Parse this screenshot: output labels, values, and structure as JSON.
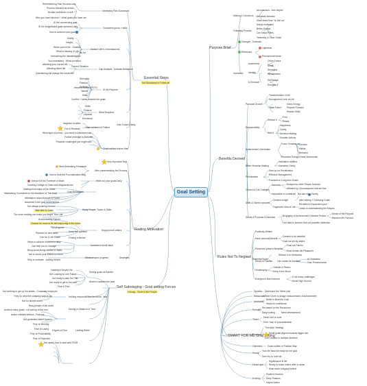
{
  "center": {
    "title": "Goal Setting"
  },
  "essential_steps": {
    "label": "Essential Steps",
    "note": "Not Necessary to Follow all",
    "leaves": [
      "Remembering Past Success only",
      "Process followed as before",
      "Boosts confidence in self",
      "Who you have become + What goals you have set",
      "ID the overarching goal",
      "ID the insignificant goals achieved daily",
      "How to achieve main goal",
      "Identifying Past Successes",
      "Consistent gooal + skills",
      "Clarity",
      "Insight",
      "Which part of life - Grateful",
      "What is missing in Life",
      "Ills for",
      "Unleashing the dissatisfaction",
      "You understand - What you want",
      "Current Life's Circumstances",
      "Affecting your current life",
      "Affecting future life",
      "Questioning will change the future Life",
      "Current Situation",
      "Gap Analysis - Activate Motivation",
      "Strengths",
      "Passion",
      "Abilities",
      "Talents",
      "Skills",
      "Confirm + takes towards the goals",
      "Helps to reveal SPETS",
      "ID life Purpose",
      "Skills",
      "Finance",
      "physical",
      "Emotional",
      "What Required",
      "Negative troubles",
      "Full of Rewards",
      "Tries out times of Failure",
      "What type of person - you need to transform into",
      "Further leverage to Motivate",
      "Possible challenges you might face",
      "Chart out the bottom flow",
      "Gain Future Clarity"
    ]
  },
  "finding_motivation": {
    "label": "Finding Motivation",
    "leaves": [
      "Very Important Step",
      "Need Motivating Procedure",
      "How to beat the Procrastination Bug",
      "After understanding the Process",
      "Keeps it in the Forefront of Brain",
      "Write out your goals Daily",
      "Creating Collage of Goals with Magazines etc",
      "Making mind maps of the Goals",
      "Maintaining Countdown to the deadlines of The Goal",
      "Goal Reminders",
      "Affirmation helps Motivate & Focus",
      "Absorbed in the goal achievement",
      "Not always pushing forward",
      "Take time to Learn",
      "Too much reading can make you forget 'Your Life'",
      "Study People, Topics & Skills",
      "Accountability Partner",
      "Chance for more to be self-improving in the future",
      "The progress",
      "Keep him updated",
      "Planned for next week",
      "Can be a Life Coach",
      "Finding a Mentor",
      "Helps to achieve movement daily",
      "Support from others",
      "Can help you to manage",
      "Bring some timing routine to Tasks",
      "Not to check your EMAIL so much",
      "Consistent small steps",
      "Stop to motivate - looking behind",
      "Measure your progress",
      "Strategies"
    ]
  },
  "self_sabotaging": {
    "label": "Self Sabotaging - Goal setting Forces",
    "note": "Occupy - Good to the People",
    "leaves": [
      "Leading a Simple Life",
      "Not Looking for one Future",
      "Not ready to take the Pain",
      "Not ready to get to the path",
      "Fear & Pain",
      "Seeing goals as Burden",
      "Afraid to awaken the past",
      "Not working to get up the ladder - Corporate employee",
      "They do what the company says to do",
      "Not for all this works",
      "Holding responsibilities for future - fear",
      "Busy people of the world",
      "Achieve many goals - not add up at the end",
      "Action oriented without - Purpose",
      "Not generated belief System",
      "Having no Balance in Time",
      "Fear of Winning",
      "Fear of Losing",
      "Fear of Predictability",
      "Fear of Rejection",
      "Limiting Belief",
      "# types of Fear",
      "Not aware how to deal with FEAR"
    ]
  },
  "purpose_brief": {
    "label": "Purpose Brief",
    "leaves": [
      "Unconscious - less helpful",
      "Get more direction",
      "Much more than 'Yo the Lot'",
      "Making it Conscious",
      "Keeps motivated",
      "Better Output",
      "Can follow Rules",
      "Yesterday & Clear Goals",
      "Following Process",
      "Changes - Dramatic",
      "Lightness",
      "Phenomenal Ideas",
      "Refreshes",
      "Awareness",
      "Of the Future",
      "Small",
      "Strengths",
      "Weaknesses",
      "Identify",
      "Self Image",
      "Energies ll",
      "& Enhance",
      "Increases"
    ]
  },
  "benefits_derived": {
    "label": "Benefits Derived",
    "leaves": [
      "Transformation in life",
      "Unsupported Look at Life",
      "Personal Growth",
      "Gives Energy",
      "Prepare Forward",
      "Realize Skills",
      "Clear Future",
      "Free",
      "Ready",
      "Happiness",
      "Clarity",
      "Decision Making",
      "Smarter Actions",
      "Without it",
      "With it",
      "Responsibility",
      "Choices",
      "Habits",
      "Behavior",
      "Create Momentum",
      "Focus Creation on",
      "Renewed Energy",
      "Achievement Orientation",
      "Habitation nullified",
      "Increases Clarity",
      "Better Decision Making",
      "Sets up for Prioritization",
      "Effective Management",
      "Focused on Long term Goals",
      "Prioritization",
      "Naturally",
      "Swayed by other People Decision",
      "Affected by Circumstances that are fine",
      "Impossible to control all",
      "But can bring Surety",
      "Control of Life Changes",
      "Creates Insight",
      "After setting + Following Goals",
      "Revisited & Expanded upon",
      "Leads to understanding the Mayors",
      "Organized Idea of Life",
      "Skills & Talent Improved",
      "Biography of Achievement Oriented Person",
      "Sense of the Pinpoint",
      "Random life Purpose",
      "Can lead to achieve that not possible otherwise",
      "Sense of Purpose & Direction"
    ]
  },
  "rules_neglect": {
    "label": "Rules Not To Neglect",
    "leaves": [
      "Positively Written",
      "Have personal Benefit",
      "Created to be satisfied",
      "Goal not set by others",
      "Preserves present Benefits",
      "Goal not Painful",
      "Must remain file Pleasures",
      "Essential Rules",
      "Without it no Motivation",
      "Desire & Passion",
      "Can create its direction",
      "At Obstacles",
      "Gain Perseverance",
      "Challenging",
      "Outside of Reach",
      "Keep a firm Bond",
      "Everyone's Best Interest",
      "If not many challenges",
      "Moral High Ground"
    ]
  },
  "smart": {
    "label": "SMART FOR ME Goal setting",
    "leaves": [
      "Specific",
      "Determine the 'What' part",
      "Measurable",
      "Time Given to design measurement of achievement",
      "Attainable",
      "Belief to Beat the Goal",
      "Helps for confidence",
      "Relevant",
      "Set based on the Resources",
      "Early looking",
      "Need development",
      "Timed",
      "Dead Line is must",
      "Error 'trap' of procrastination",
      "Focused",
      "'Two trips' strategy",
      "Small goals aligned towards bigger aim",
      "Don't scatter in multiple direction",
      "Optimistic",
      "Goals written in Positive Way",
      "Ready",
      "Your life must be ready for the goal",
      "Don't try to 'over do'",
      "Meaningful",
      "Significance in life",
      "Ready to teach others after a cause",
      "Must leave a legacy behind",
      "Exciting",
      "Positive Emotion",
      "Deep Passion",
      "Inspire Action"
    ]
  }
}
